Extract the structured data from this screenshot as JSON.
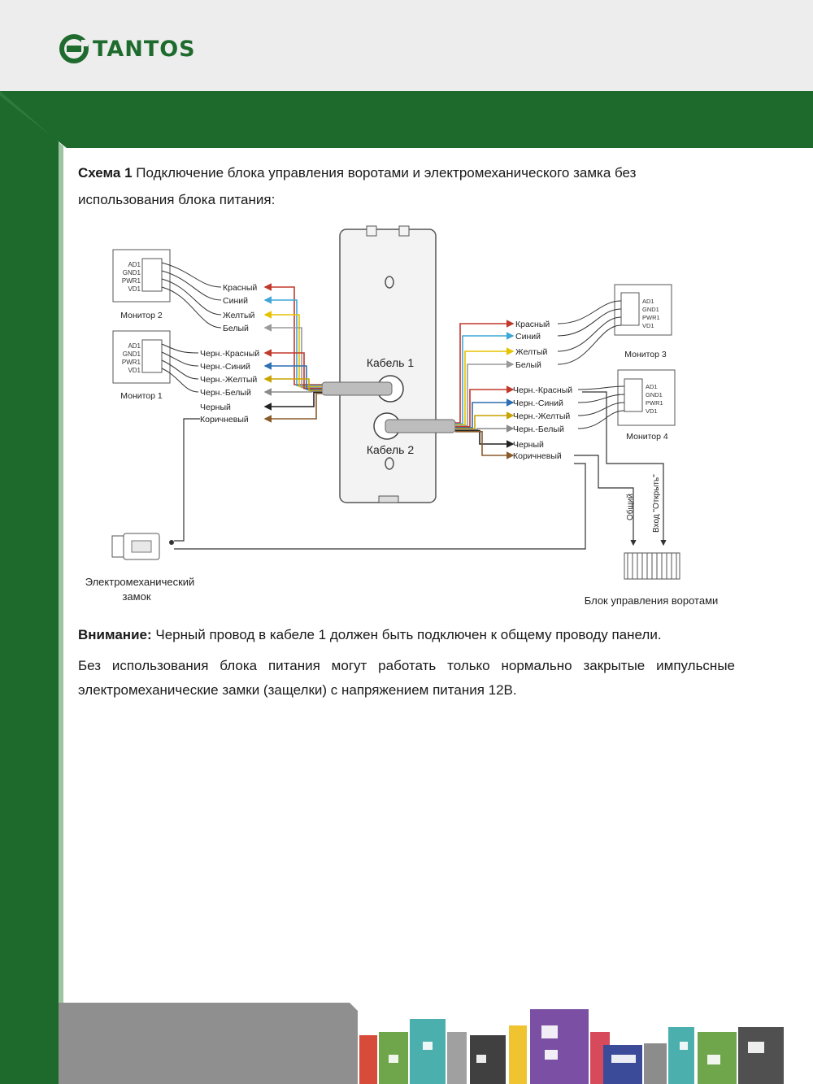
{
  "brand": {
    "name": "TANTOS"
  },
  "heading": {
    "label": "Схема 1",
    "text": "Подключение блока управления воротами и электромеханического замка без использования блока питания:"
  },
  "diagram": {
    "cable1": "Кабель 1",
    "cable2": "Кабель 2",
    "monitor1": "Монитор 1",
    "monitor2": "Монитор 2",
    "monitor3": "Монитор 3",
    "monitor4": "Монитор 4",
    "pins": [
      "AD1",
      "GND1",
      "PWR1",
      "VD1"
    ],
    "left_wires": [
      "Красный",
      "Синий",
      "Желтый",
      "Белый",
      "Черн.-Красный",
      "Черн.-Синий",
      "Черн.-Желтый",
      "Черн.-Белый",
      "Черный",
      "Коричневый"
    ],
    "right_wires": [
      "Красный",
      "Синий",
      "Желтый",
      "Белый",
      "Черн.-Красный",
      "Черн.-Синий",
      "Черн.-Желтый",
      "Черн.-Белый",
      "Черный",
      "Коричневый"
    ],
    "wire_colors": [
      "#c0392b",
      "#3fa7d6",
      "#e6c200",
      "#9a9a9a",
      "#c0392b",
      "#2c6fb3",
      "#c9a400",
      "#8a8a8a",
      "#222222",
      "#8b5a2b"
    ],
    "common": "Общий",
    "open_input": "Вход \"Открыть\"",
    "lock_label_line1": "Электромеханический",
    "lock_label_line2": "замок",
    "gate_label": "Блок управления воротами"
  },
  "notes": {
    "attention_label": "Внимание:",
    "attention_text": "Черный провод в кабеле 1 должен быть подключен к общему проводу панели.",
    "paragraph": "Без использования блока питания могут работать только нормально закрытые импульсные электромеханические замки (защелки) с напряжением питания 12В."
  },
  "colors": {
    "brand_green": "#1f6b2e",
    "frame_green": "#1d6a2c",
    "header_gray": "#ededed"
  }
}
